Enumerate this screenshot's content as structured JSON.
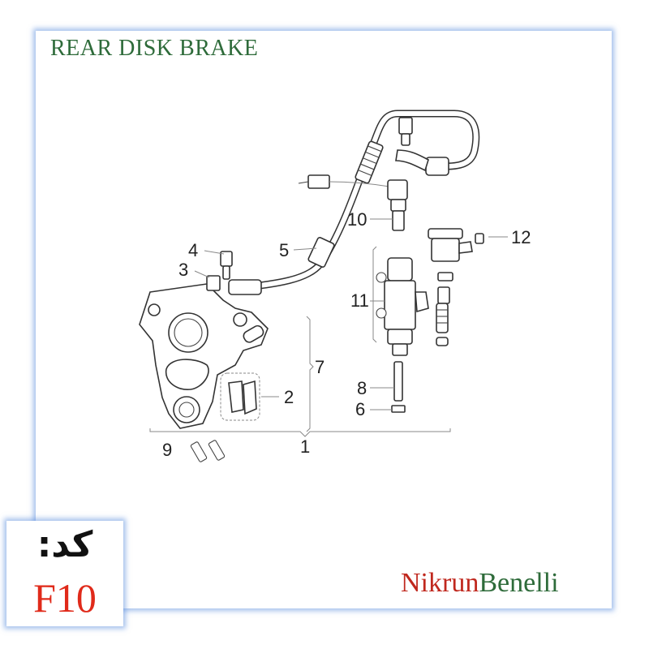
{
  "title": "REAR DISK BRAKE",
  "callouts": [
    "1",
    "2",
    "3",
    "4",
    "5",
    "6",
    "7",
    "8",
    "9",
    "10",
    "11",
    "12"
  ],
  "code": {
    "label": "کد:",
    "value": "F10"
  },
  "brand": {
    "part1": "Nikrun",
    "part2": "Benelli"
  },
  "colors": {
    "title": "#2e6b3a",
    "code_value": "#e02a1a",
    "brand_red": "#c0281e",
    "brand_green": "#2e6b3a",
    "frame_glow": "#5a8cdc"
  }
}
